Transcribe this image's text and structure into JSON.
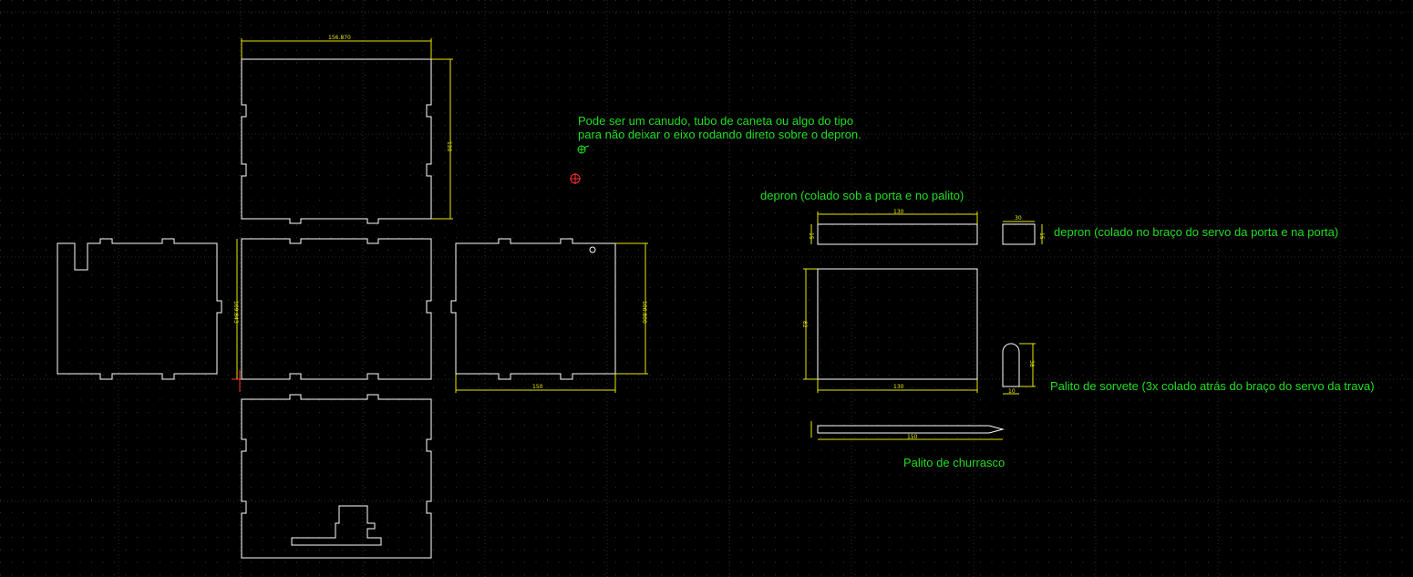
{
  "colors": {
    "background": "#000000",
    "grid_dots": "#3a3a3a",
    "grid_lines": "#2a2a2a",
    "part_lines": "#ffffff",
    "dimensions": "#e8e800",
    "annotations": "#22dd22",
    "marker": "#ff3030"
  },
  "annotations": {
    "straw_note_line1": "Pode ser um canudo, tubo de caneta ou algo do tipo",
    "straw_note_line2": "para não deixar o eixo rodando direto sobre o depron.",
    "depron_door_palito": "depron (colado sob a porta e no palito)",
    "depron_servo_arm": "depron (colado no braço do servo da porta e na porta)",
    "palito_sorvete": "Palito de sorvete (3x colado atrás do braço do servo da trava)",
    "palito_churrasco": "Palito de churrasco"
  },
  "dimensions": {
    "top_panel_width": "156.870",
    "top_panel_height": "120",
    "center_panel_height": "109.843",
    "right_panel_height": "106.800",
    "right_panel_width": "150",
    "depron_strip_width": "130",
    "depron_strip_height": "15",
    "depron_small_width": "30",
    "depron_small_height": "15",
    "depron_plate_height": "82",
    "depron_plate_width": "130",
    "sorvete_height": "38",
    "sorvete_width": "10",
    "churrasco_length": "150"
  }
}
